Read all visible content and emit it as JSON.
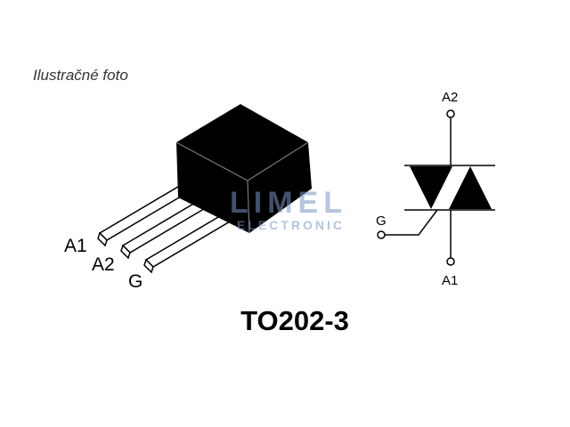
{
  "caption": "Ilustračné foto",
  "package_name": "TO202-3",
  "package_pins": [
    "A1",
    "A2",
    "G"
  ],
  "symbol": {
    "top_terminal": "A2",
    "bottom_terminal": "A1",
    "gate_terminal": "G"
  },
  "watermark": {
    "line1": "LIMEL",
    "line2": "ELECTRONIC"
  },
  "colors": {
    "body": "#000000",
    "background": "#ffffff",
    "watermark": "#7896c8"
  }
}
